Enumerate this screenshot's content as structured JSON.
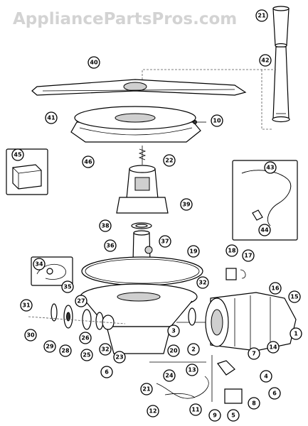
{
  "watermark": "AppliancePartsPros.com",
  "callouts": [
    {
      "id": "1",
      "label": "1"
    },
    {
      "id": "2",
      "label": "2"
    },
    {
      "id": "3",
      "label": "3"
    },
    {
      "id": "4",
      "label": "4"
    },
    {
      "id": "5",
      "label": "5"
    },
    {
      "id": "6a",
      "label": "6"
    },
    {
      "id": "6b",
      "label": "6"
    },
    {
      "id": "7",
      "label": "7"
    },
    {
      "id": "8",
      "label": "8"
    },
    {
      "id": "9",
      "label": "9"
    },
    {
      "id": "10",
      "label": "10"
    },
    {
      "id": "11",
      "label": "11"
    },
    {
      "id": "12",
      "label": "12"
    },
    {
      "id": "13",
      "label": "13"
    },
    {
      "id": "14",
      "label": "14"
    },
    {
      "id": "15",
      "label": "15"
    },
    {
      "id": "16",
      "label": "16"
    },
    {
      "id": "17",
      "label": "17"
    },
    {
      "id": "18",
      "label": "18"
    },
    {
      "id": "19",
      "label": "19"
    },
    {
      "id": "20",
      "label": "20"
    },
    {
      "id": "21a",
      "label": "21"
    },
    {
      "id": "21b",
      "label": "21"
    },
    {
      "id": "22",
      "label": "22"
    },
    {
      "id": "23",
      "label": "23"
    },
    {
      "id": "24",
      "label": "24"
    },
    {
      "id": "25",
      "label": "25"
    },
    {
      "id": "26",
      "label": "26"
    },
    {
      "id": "27",
      "label": "27"
    },
    {
      "id": "28",
      "label": "28"
    },
    {
      "id": "29",
      "label": "29"
    },
    {
      "id": "30",
      "label": "30"
    },
    {
      "id": "31",
      "label": "31"
    },
    {
      "id": "32a",
      "label": "32"
    },
    {
      "id": "32b",
      "label": "32"
    },
    {
      "id": "34",
      "label": "34"
    },
    {
      "id": "35",
      "label": "35"
    },
    {
      "id": "36",
      "label": "36"
    },
    {
      "id": "37",
      "label": "37"
    },
    {
      "id": "38",
      "label": "38"
    },
    {
      "id": "39",
      "label": "39"
    },
    {
      "id": "40",
      "label": "40"
    },
    {
      "id": "41",
      "label": "41"
    },
    {
      "id": "42",
      "label": "42"
    },
    {
      "id": "43",
      "label": "43"
    },
    {
      "id": "44",
      "label": "44"
    },
    {
      "id": "45",
      "label": "45"
    },
    {
      "id": "46",
      "label": "46"
    }
  ]
}
